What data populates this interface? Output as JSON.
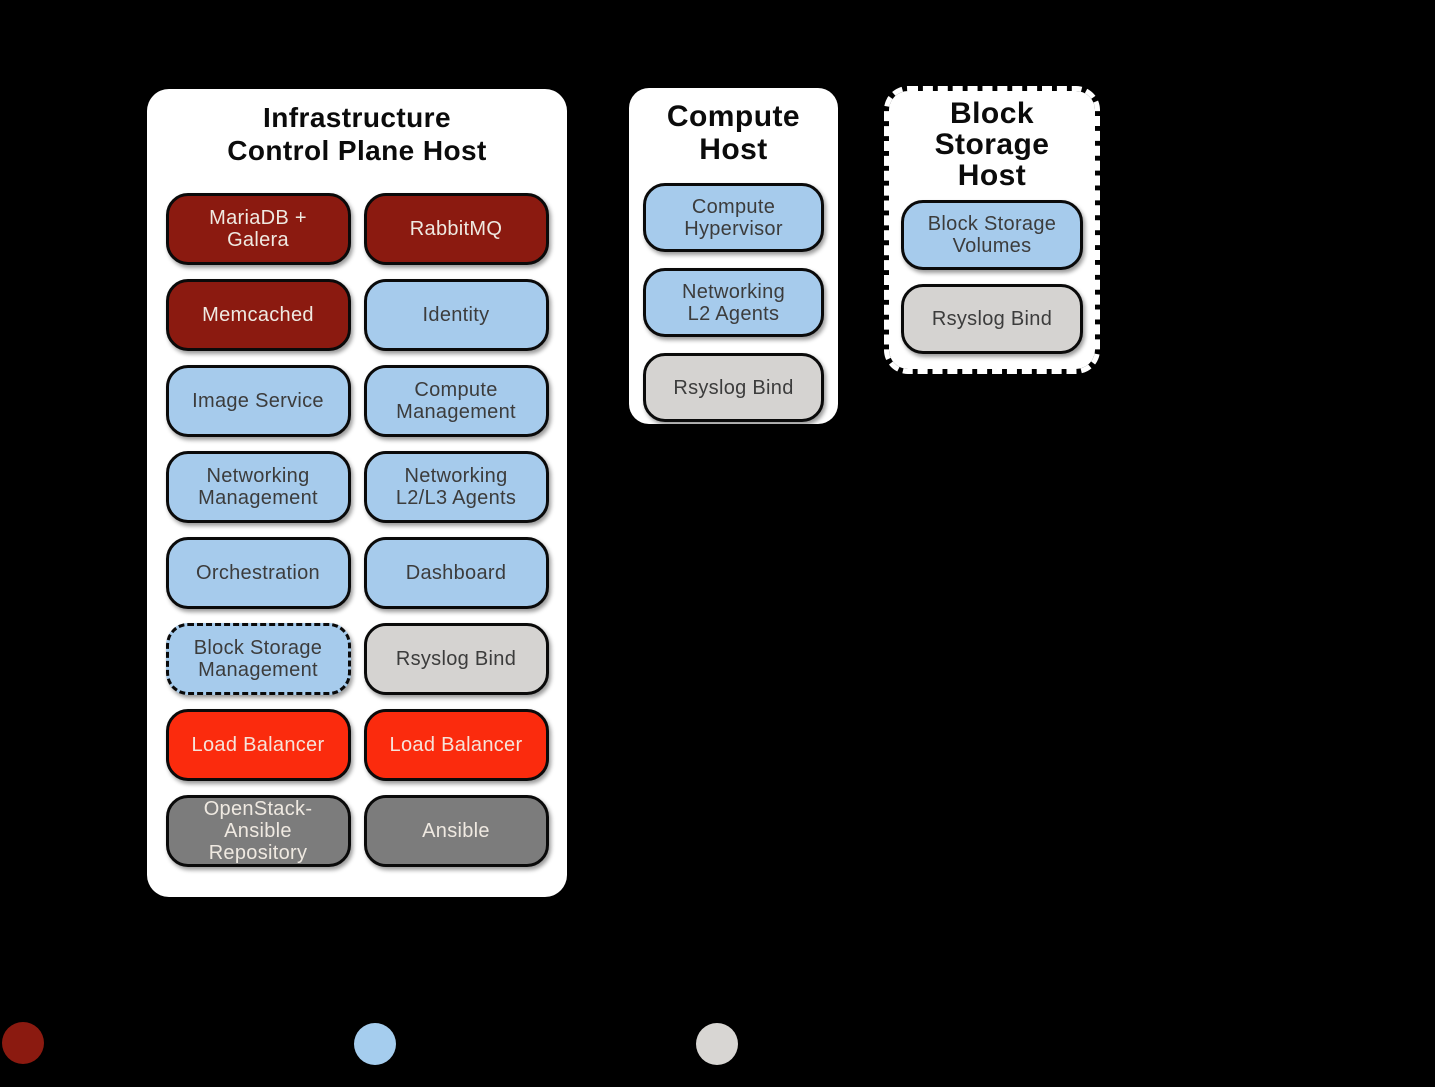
{
  "canvas": {
    "background": "#000000"
  },
  "palette": {
    "host_background": "#FFFFFF",
    "database_red": "#8B1A10",
    "openstack_blue": "#A6CBEC",
    "logging_gray": "#D5D3D1",
    "load_balancer_red": "#FB2B0D",
    "deployment_gray": "#7C7C7C",
    "chip_border": "#0A0A0A"
  },
  "hosts": [
    {
      "title": "Infrastructure\nControl Plane Host",
      "services": [
        {
          "label": "MariaDB +\nGalera",
          "type": "database"
        },
        {
          "label": "RabbitMQ",
          "type": "database"
        },
        {
          "label": "Memcached",
          "type": "database"
        },
        {
          "label": "Identity",
          "type": "openstack"
        },
        {
          "label": "Image Service",
          "type": "openstack"
        },
        {
          "label": "Compute\nManagement",
          "type": "openstack"
        },
        {
          "label": "Networking\nManagement",
          "type": "openstack"
        },
        {
          "label": "Networking\nL2/L3 Agents",
          "type": "openstack"
        },
        {
          "label": "Orchestration",
          "type": "openstack"
        },
        {
          "label": "Dashboard",
          "type": "openstack"
        },
        {
          "label": "Block Storage\nManagement",
          "type": "openstack",
          "dashed_border": true
        },
        {
          "label": "Rsyslog Bind",
          "type": "logging"
        },
        {
          "label": "Load Balancer",
          "type": "loadbalancer"
        },
        {
          "label": "Load Balancer",
          "type": "loadbalancer"
        },
        {
          "label": "OpenStack-\nAnsible\nRepository",
          "type": "deployment"
        },
        {
          "label": "Ansible",
          "type": "deployment"
        }
      ]
    },
    {
      "title": "Compute\nHost",
      "services": [
        {
          "label": "Compute\nHypervisor",
          "type": "openstack"
        },
        {
          "label": "Networking\nL2 Agents",
          "type": "openstack"
        },
        {
          "label": "Rsyslog Bind",
          "type": "logging"
        }
      ]
    },
    {
      "title": "Block\nStorage\nHost",
      "dashed_border": true,
      "services": [
        {
          "label": "Block Storage\nVolumes",
          "type": "openstack"
        },
        {
          "label": "Rsyslog Bind",
          "type": "logging"
        }
      ]
    }
  ],
  "legend": {
    "dots": [
      {
        "color": "#8B1A10"
      },
      {
        "color": "#A5CDEE"
      },
      {
        "color": "#D8D6D3"
      }
    ]
  }
}
